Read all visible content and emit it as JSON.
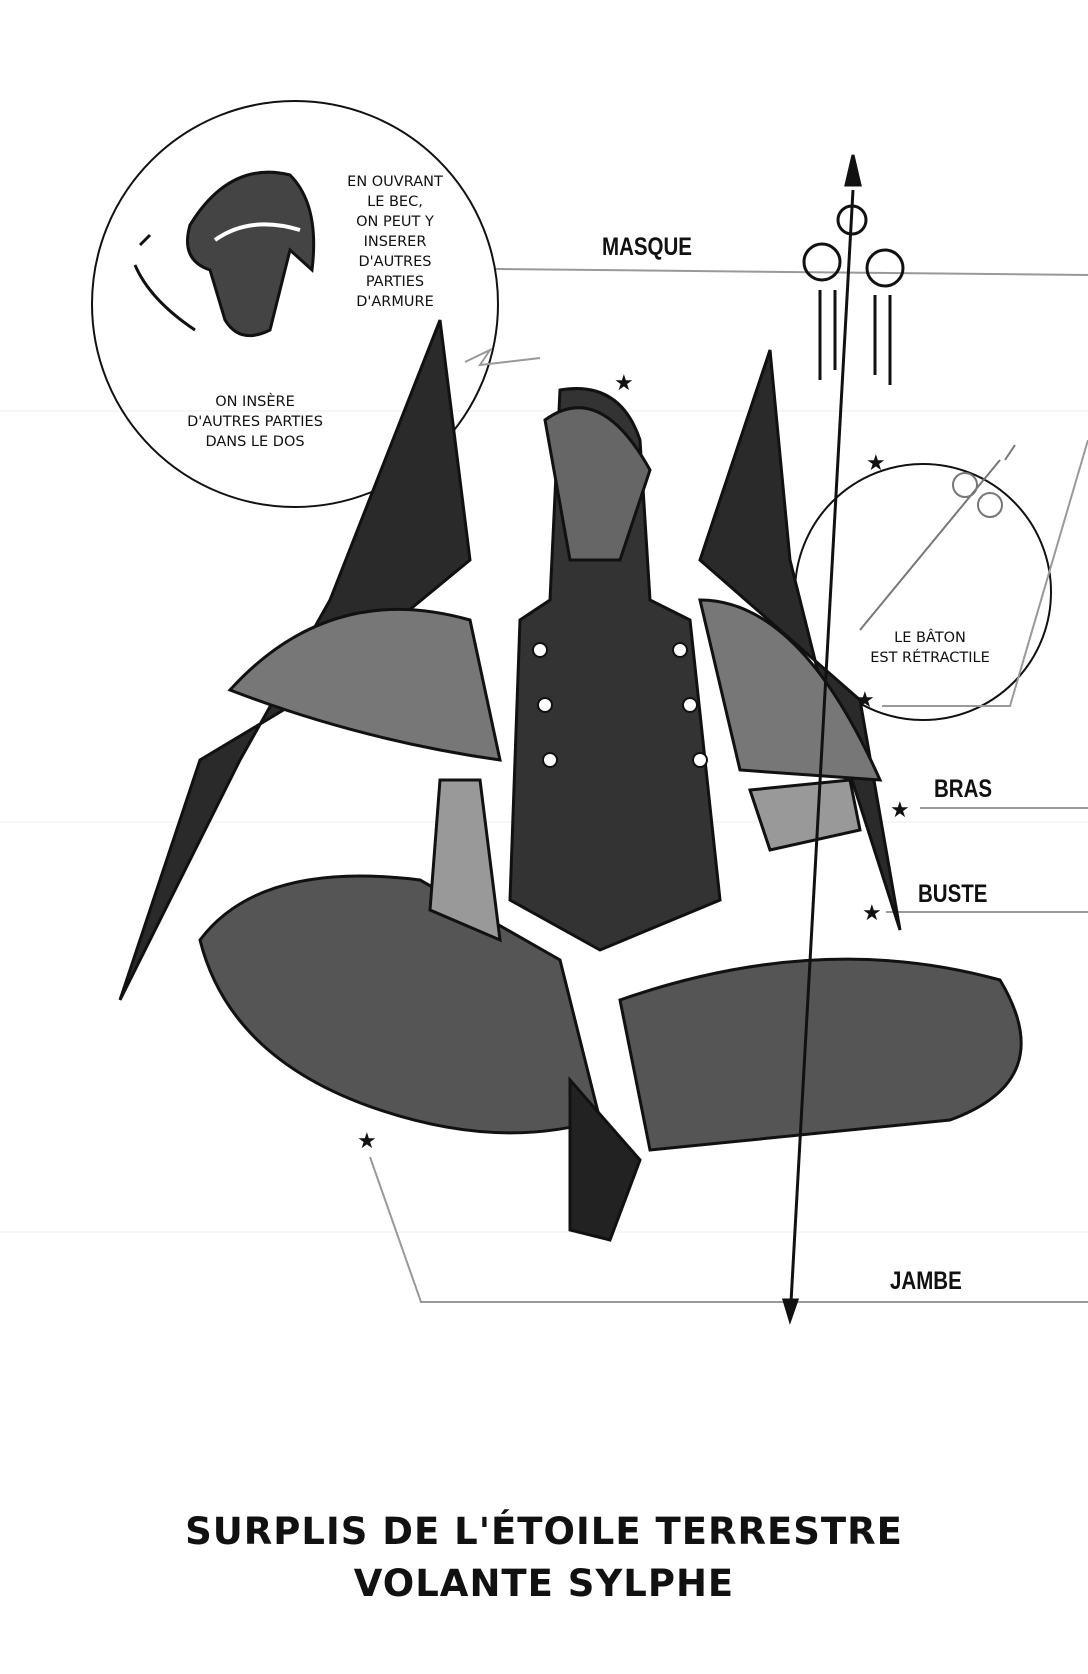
{
  "labels": {
    "masque": "MASQUE",
    "bras": "BRAS",
    "buste": "BUSTE",
    "jambe": "JAMBE"
  },
  "notes": {
    "bec": "EN OUVRANT\nLE BEC,\nON PEUT Y\nINSERER\nD'AUTRES\nPARTIES\nD'ARMURE",
    "dos": "ON INSÈRE\nD'AUTRES PARTIES\nDANS LE DOS",
    "baton": "LE BÂTON\nEST RÉTRACTILE"
  },
  "title": {
    "line1": "SURPLIS DE L'ÉTOILE TERRESTRE",
    "line2": "VOLANTE SYLPHE"
  }
}
